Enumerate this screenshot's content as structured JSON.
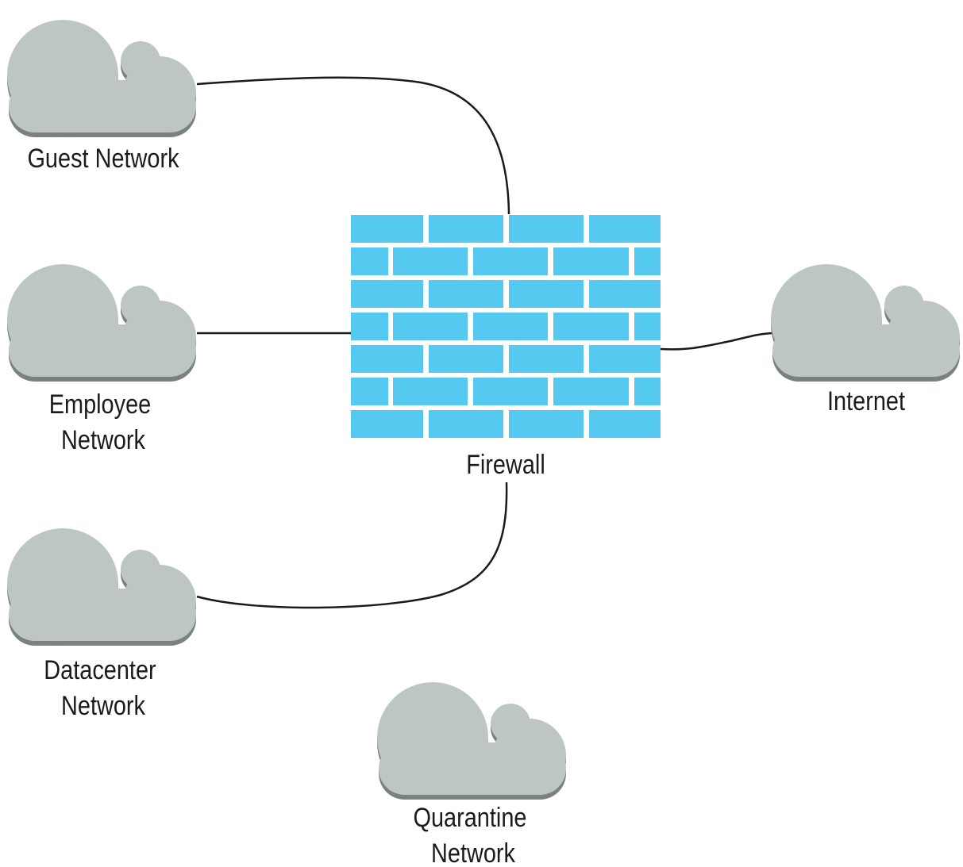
{
  "nodes": {
    "guest": {
      "lines": [
        "Guest Network"
      ]
    },
    "employee": {
      "lines": [
        "Employee",
        "Network"
      ]
    },
    "datacenter": {
      "lines": [
        "Datacenter",
        "Network"
      ]
    },
    "quarantine": {
      "lines": [
        "Quarantine",
        "Network"
      ]
    },
    "internet": {
      "lines": [
        "Internet"
      ]
    },
    "firewall": {
      "label": "Firewall"
    }
  },
  "links": [
    {
      "from": "guest",
      "to": "firewall"
    },
    {
      "from": "employee",
      "to": "firewall"
    },
    {
      "from": "datacenter",
      "to": "firewall"
    },
    {
      "from": "firewall",
      "to": "internet"
    }
  ],
  "colors": {
    "cloud": "#bdc6c3",
    "cloud_shadow": "#7b817f",
    "firewall_brick": "#55c9ef",
    "line": "#1a1a1a",
    "text": "#1b1b1b"
  },
  "icons": {
    "network": "cloud-icon",
    "firewall": "brick-wall-icon"
  }
}
